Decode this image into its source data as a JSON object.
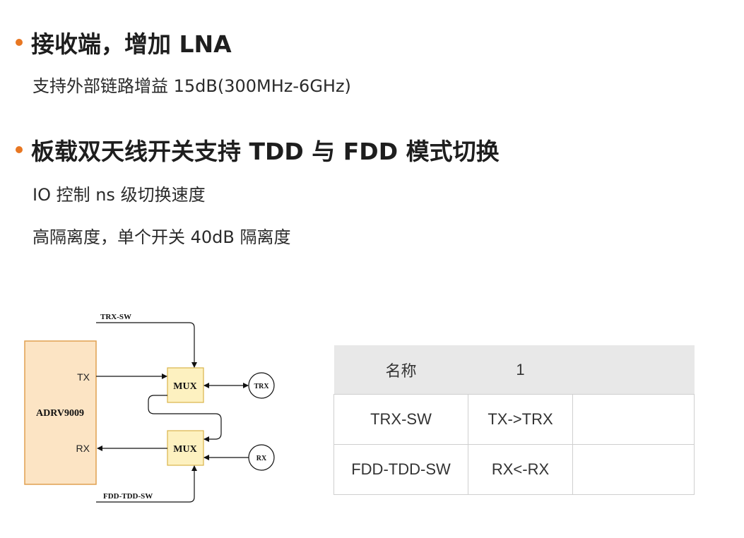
{
  "bullet_color": "#e87722",
  "sections": [
    {
      "title": "接收端，增加 LNA",
      "items": [
        "支持外部链路增益 15dB(300MHz-6GHz)"
      ]
    },
    {
      "title": "板载双天线开关支持 TDD 与 FDD 模式切换",
      "items": [
        "IO 控制 ns 级切换速度",
        "高隔离度，单个开关 40dB 隔离度"
      ]
    }
  ],
  "diagram": {
    "chip": {
      "label": "ADRV9009",
      "tx_port": "TX",
      "rx_port": "RX",
      "fill": "#fce4c4",
      "stroke": "#e0a050"
    },
    "mux_top": {
      "label": "MUX"
    },
    "mux_bottom": {
      "label": "MUX"
    },
    "mux_fill": "#fdf1c0",
    "mux_stroke": "#d9b34a",
    "antenna_trx": "TRX",
    "antenna_rx": "RX",
    "signal_top": "TRX-SW",
    "signal_bottom": "FDD-TDD-SW"
  },
  "table": {
    "headers": [
      "名称",
      "1",
      ""
    ],
    "rows": [
      [
        "TRX-SW",
        "TX->TRX",
        ""
      ],
      [
        "FDD-TDD-SW",
        "RX<-RX",
        ""
      ]
    ]
  }
}
